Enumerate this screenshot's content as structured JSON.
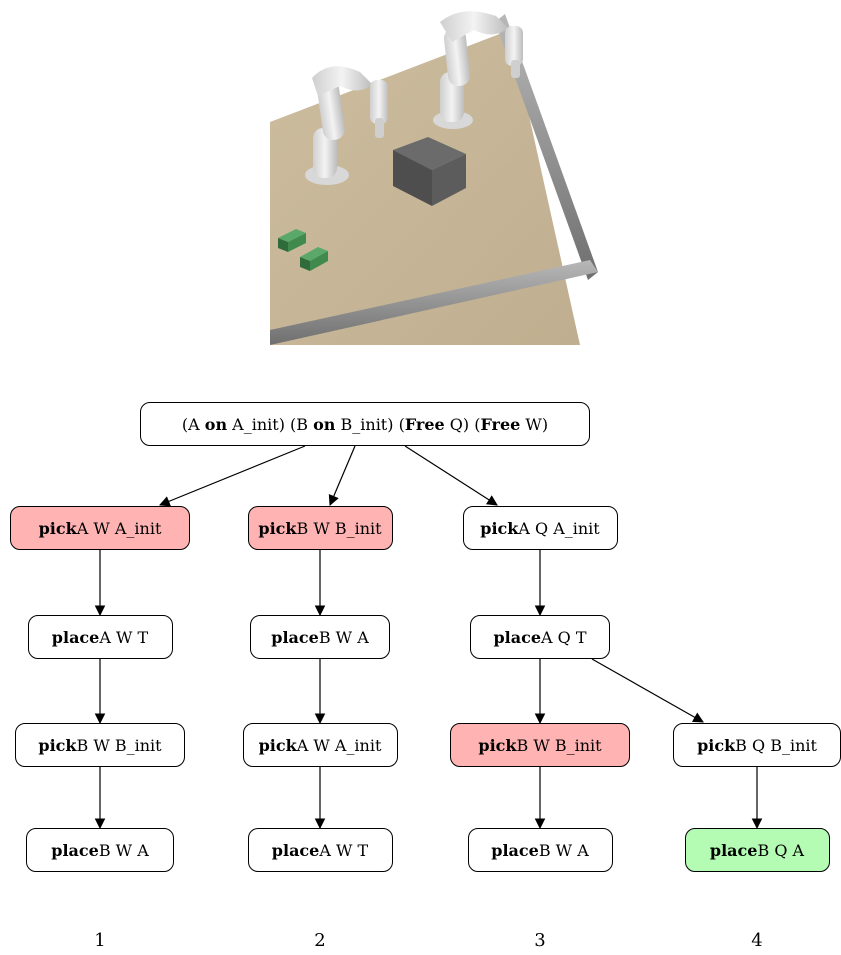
{
  "root": {
    "parts": [
      {
        "t": "(A "
      },
      {
        "t": "on",
        "b": true
      },
      {
        "t": " A_init) (B "
      },
      {
        "t": "on",
        "b": true
      },
      {
        "t": " B_init) ("
      },
      {
        "t": "Free",
        "b": true
      },
      {
        "t": " Q) ("
      },
      {
        "t": "Free",
        "b": true
      },
      {
        "t": " W)"
      }
    ]
  },
  "columns": [
    {
      "label": "1",
      "nodes": [
        {
          "action": "pick",
          "args": "A W A_init",
          "status": "failed"
        },
        {
          "action": "place",
          "args": "A W T",
          "status": "normal"
        },
        {
          "action": "pick",
          "args": "B W B_init",
          "status": "normal"
        },
        {
          "action": "place",
          "args": "B W A",
          "status": "normal"
        }
      ]
    },
    {
      "label": "2",
      "nodes": [
        {
          "action": "pick",
          "args": "B W B_init",
          "status": "failed"
        },
        {
          "action": "place",
          "args": "B W A",
          "status": "normal"
        },
        {
          "action": "pick",
          "args": "A W A_init",
          "status": "normal"
        },
        {
          "action": "place",
          "args": "A W T",
          "status": "normal"
        }
      ]
    },
    {
      "label": "3",
      "nodes": [
        {
          "action": "pick",
          "args": "A Q A_init",
          "status": "normal"
        },
        {
          "action": "place",
          "args": "A Q T",
          "status": "normal"
        },
        {
          "action": "pick",
          "args": "B W B_init",
          "status": "failed"
        },
        {
          "action": "place",
          "args": "B W A",
          "status": "normal"
        }
      ]
    },
    {
      "label": "4",
      "nodes": [
        {
          "action": "pick",
          "args": "B Q B_init",
          "status": "normal"
        },
        {
          "action": "place",
          "args": "B Q A",
          "status": "success"
        }
      ]
    }
  ],
  "colors": {
    "failed": "#ffb3b3",
    "success": "#b4fcb4",
    "normal": "#ffffff",
    "table": "#c8b89c",
    "rail": "#9a9a9a",
    "box": "#555555",
    "blocks": "#3f8a4c",
    "robot": "#e8e8e8"
  },
  "scene": {
    "objects": [
      "robot-arm-left",
      "robot-arm-right",
      "table",
      "dark-box",
      "green-block-a",
      "green-block-b"
    ]
  }
}
